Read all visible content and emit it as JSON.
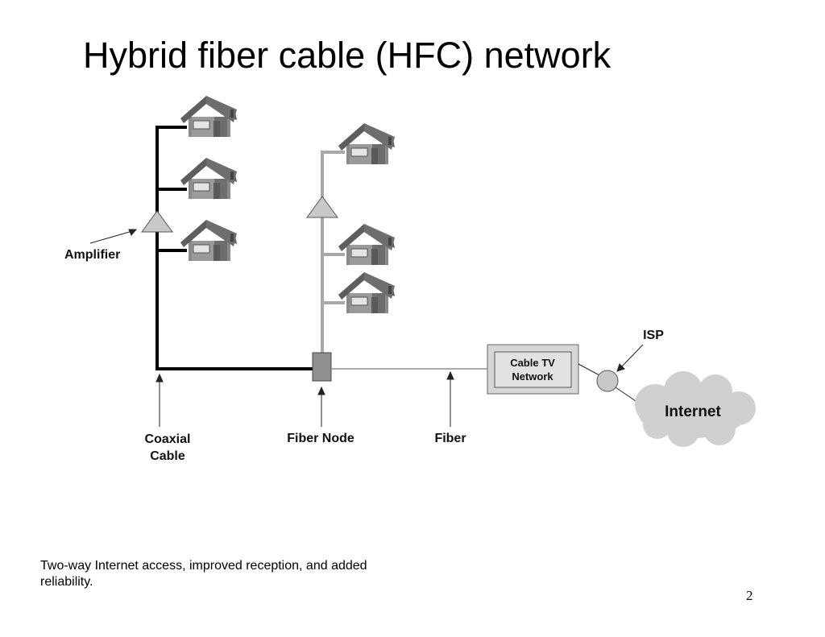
{
  "slide": {
    "title": "Hybrid fiber cable (HFC) network",
    "caption": "Two-way Internet access, improved reception, and added reliability.",
    "page_number": "2"
  },
  "diagram": {
    "labels": {
      "amplifier": "Amplifier",
      "coaxial_line1": "Coaxial",
      "coaxial_line2": "Cable",
      "fiber_node": "Fiber Node",
      "fiber": "Fiber",
      "isp": "ISP",
      "cable_tv_line1": "Cable TV",
      "cable_tv_line2": "Network",
      "internet": "Internet"
    },
    "colors": {
      "coax": "#000000",
      "drop_line": "#a8a8a8",
      "house": "#8a8a8a",
      "roof": "#5e5e5e",
      "cloud": "#d0d0d0",
      "box": "#d6d6d6"
    }
  }
}
